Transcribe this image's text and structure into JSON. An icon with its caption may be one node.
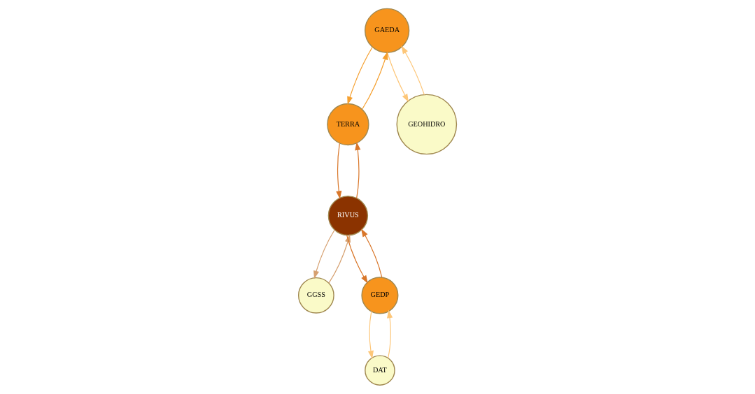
{
  "diagram": {
    "nodes": [
      {
        "text": [
          "GAEDA"
        ]
      },
      {
        "text": [
          "GGSS"
        ]
      },
      {
        "text": [
          "GEDP"
        ]
      },
      {
        "text": [
          "TERRA"
        ]
      },
      {
        "text": [
          "RIVUS"
        ]
      },
      {
        "text": [
          "DAT"
        ]
      },
      {
        "text": [
          "GEOHIDRO"
        ]
      }
    ],
    "edges": [
      {
        "from": 0,
        "to": 3,
        "arrow": "to",
        "color": "#f5a030"
      },
      {
        "from": 3,
        "to": 0,
        "arrow": "to",
        "color": "#f5a030"
      },
      {
        "from": 0,
        "to": 6,
        "arrow": "to",
        "color": "#fdc678"
      },
      {
        "from": 6,
        "to": 0,
        "arrow": "to",
        "color": "#fdc678"
      },
      {
        "from": 1,
        "to": 4,
        "arrow": "to",
        "color": "#d6a070"
      },
      {
        "from": 4,
        "to": 1,
        "arrow": "to",
        "color": "#d6a070"
      },
      {
        "from": 2,
        "to": 4,
        "arrow": "to",
        "color": "#d9772a"
      },
      {
        "from": 4,
        "to": 2,
        "arrow": "to",
        "color": "#d9772a"
      },
      {
        "from": 3,
        "to": 4,
        "arrow": "to",
        "color": "#d9772a"
      },
      {
        "from": 4,
        "to": 3,
        "arrow": "to",
        "color": "#d9772a"
      },
      {
        "from": 2,
        "to": 5,
        "arrow": "to",
        "color": "#fdc678"
      },
      {
        "from": 5,
        "to": 2,
        "arrow": "to",
        "color": "#fdc678"
      }
    ]
  }
}
